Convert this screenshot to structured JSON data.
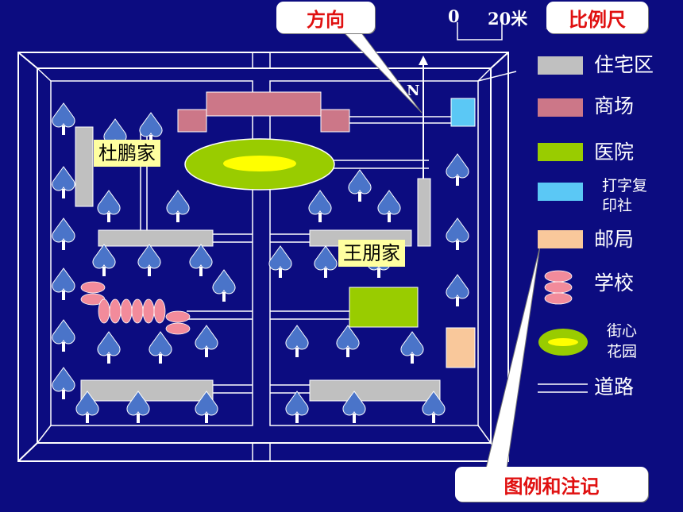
{
  "callouts": {
    "direction": "方向",
    "scale": "比例尺",
    "legend_notes": "图例和注记"
  },
  "scale_bar": {
    "zero": "0",
    "twenty": "20米"
  },
  "map": {
    "north": "N",
    "home_du": "杜鹏家",
    "home_wang": "王朋家"
  },
  "legend": {
    "residential": "住宅区",
    "mall": "商场",
    "hospital": "医院",
    "print_shop_line1": "打字复",
    "print_shop_line2": "印社",
    "post_office": "邮局",
    "school": "学校",
    "garden_line1": "街心",
    "garden_line2": "花园",
    "road": "道路"
  },
  "colors": {
    "background": "#0c0c80",
    "residential": "#c0c0c0",
    "mall": "#cc7788",
    "hospital": "#99cc00",
    "print_shop": "#5bc8f5",
    "post_office": "#f9c89b",
    "school": "#f28b9b",
    "garden_outer": "#99cc00",
    "garden_inner": "#ffff00",
    "tree": "#4a74c9",
    "callout_text": "#e01010"
  }
}
